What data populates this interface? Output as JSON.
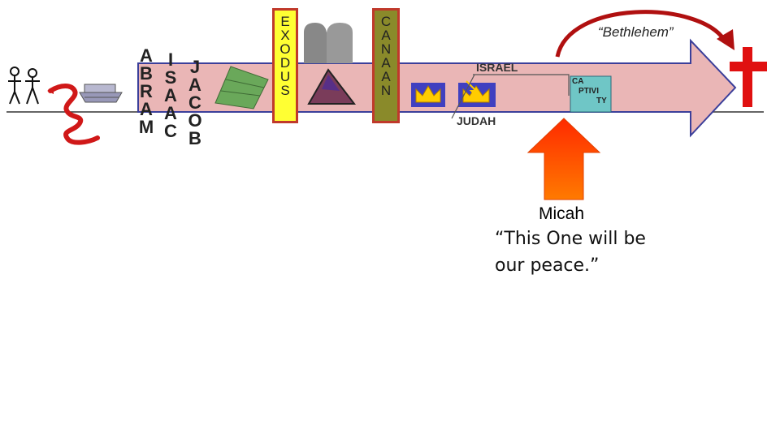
{
  "timeline": {
    "people": {
      "abram": [
        "A",
        "B",
        "R",
        "A",
        "M"
      ],
      "isaac": [
        "I",
        "S",
        "A",
        "A",
        "C"
      ],
      "jacob": [
        "J",
        "A",
        "C",
        "O",
        "B"
      ]
    },
    "events": {
      "exodus": [
        "E",
        "X",
        "O",
        "D",
        "U",
        "S"
      ],
      "canaan": [
        "C",
        "A",
        "N",
        "A",
        "A",
        "N"
      ]
    },
    "kingdom_labels": {
      "israel": "ISRAEL",
      "judah": "JUDAH"
    },
    "captivity": {
      "line1": "CA",
      "line2": "PTIVI",
      "line3": "TY"
    },
    "bethlehem_label": "“Bethlehem”"
  },
  "prophet": {
    "name": "Micah",
    "quote": "“This One will be our peace.”"
  },
  "colors": {
    "timeline_arrow_fill": "#eab6b6",
    "exodus_box": "#ffff33",
    "exodus_border": "#c0392b",
    "canaan_box": "#8a8a2a",
    "canaan_border": "#c0392b",
    "cross": "#e01010",
    "pointer_arrow_top": "#ff2a00",
    "pointer_arrow_bottom": "#ff7a00",
    "curved_arrow": "#b01010",
    "crown_bg": "#4040c0",
    "crown_gold": "#ffcc00"
  }
}
